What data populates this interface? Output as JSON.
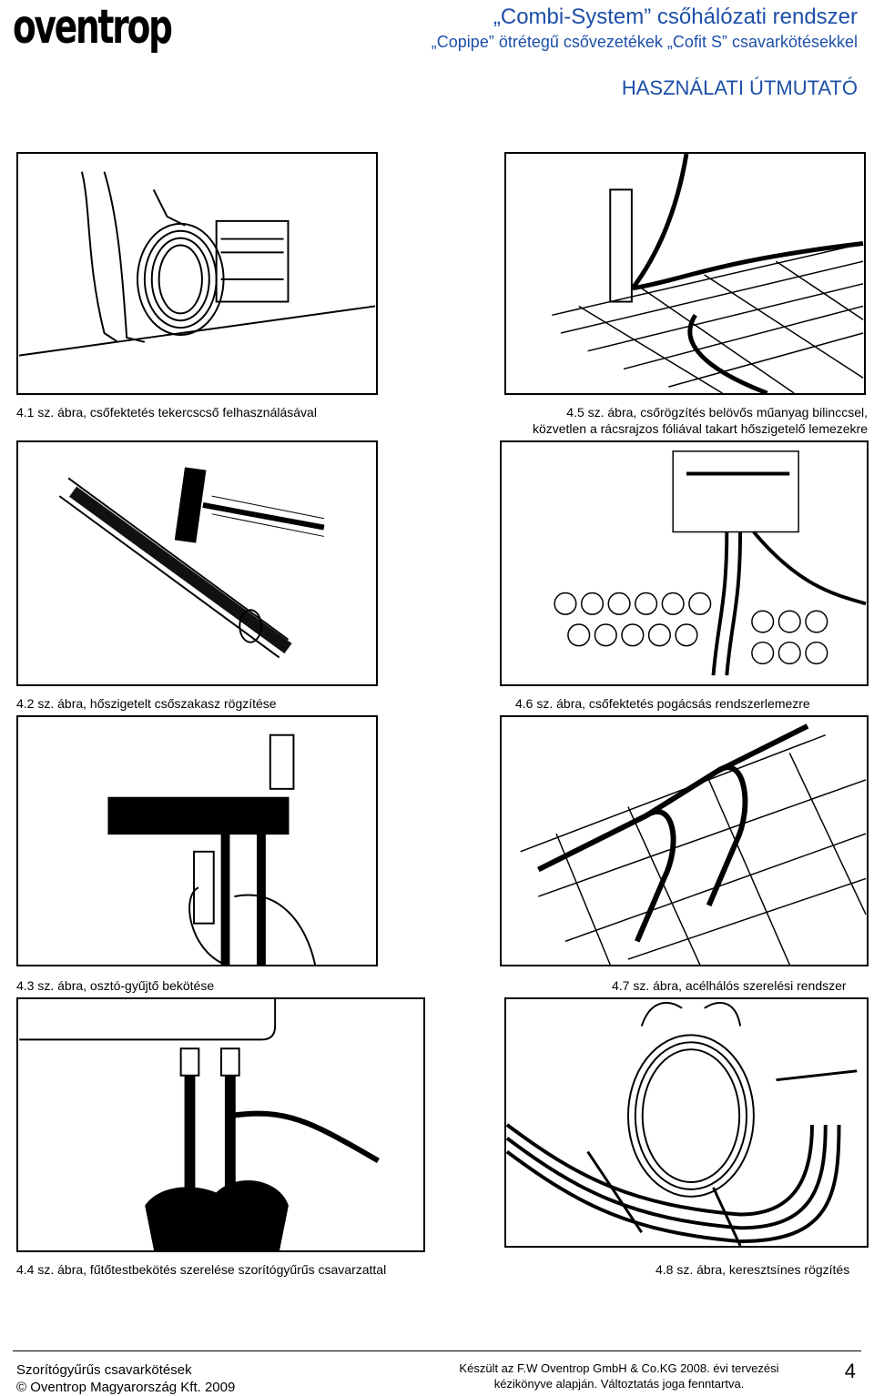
{
  "header": {
    "logo": "oventrop",
    "title": "„Combi-System” csőhálózati rendszer",
    "subtitle": "„Copipe” ötrétegű csővezetékek „Cofit S” csavarkötésekkel",
    "usage": "HASZNÁLATI ÚTMUTATÓ"
  },
  "figures": [
    {
      "caption": "4.1 sz. ábra, csőfektetés tekercscső felhasználásával"
    },
    {
      "caption": "4.5 sz. ábra, csőrögzítés belövős műanyag bilinccsel, közvetlen a rácsrajzos fóliával takart hőszigetelő lemezekre"
    },
    {
      "caption": "4.2 sz. ábra, hőszigetelt csőszakasz rögzítése"
    },
    {
      "caption": "4.6 sz. ábra, csőfektetés pogácsás rendszerlemezre"
    },
    {
      "caption": "4.3 sz. ábra, osztó-gyűjtő bekötése"
    },
    {
      "caption": "4.7 sz. ábra, acélhálós szerelési rendszer"
    },
    {
      "caption": "4.4 sz. ábra, fűtőtestbekötés szerelése szorítógyűrűs csavarzattal"
    },
    {
      "caption": "4.8 sz. ábra, keresztsínes rögzítés"
    }
  ],
  "footer": {
    "left_line1": "Szorítógyűrűs csavarkötések",
    "left_line2": "© Oventrop Magyarország Kft. 2009",
    "center_line1": "Készült az F.W Oventrop GmbH & Co.KG 2008. évi tervezési",
    "center_line2": "kézikönyve alapján. Változtatás joga fenntartva.",
    "page_number": "4"
  }
}
